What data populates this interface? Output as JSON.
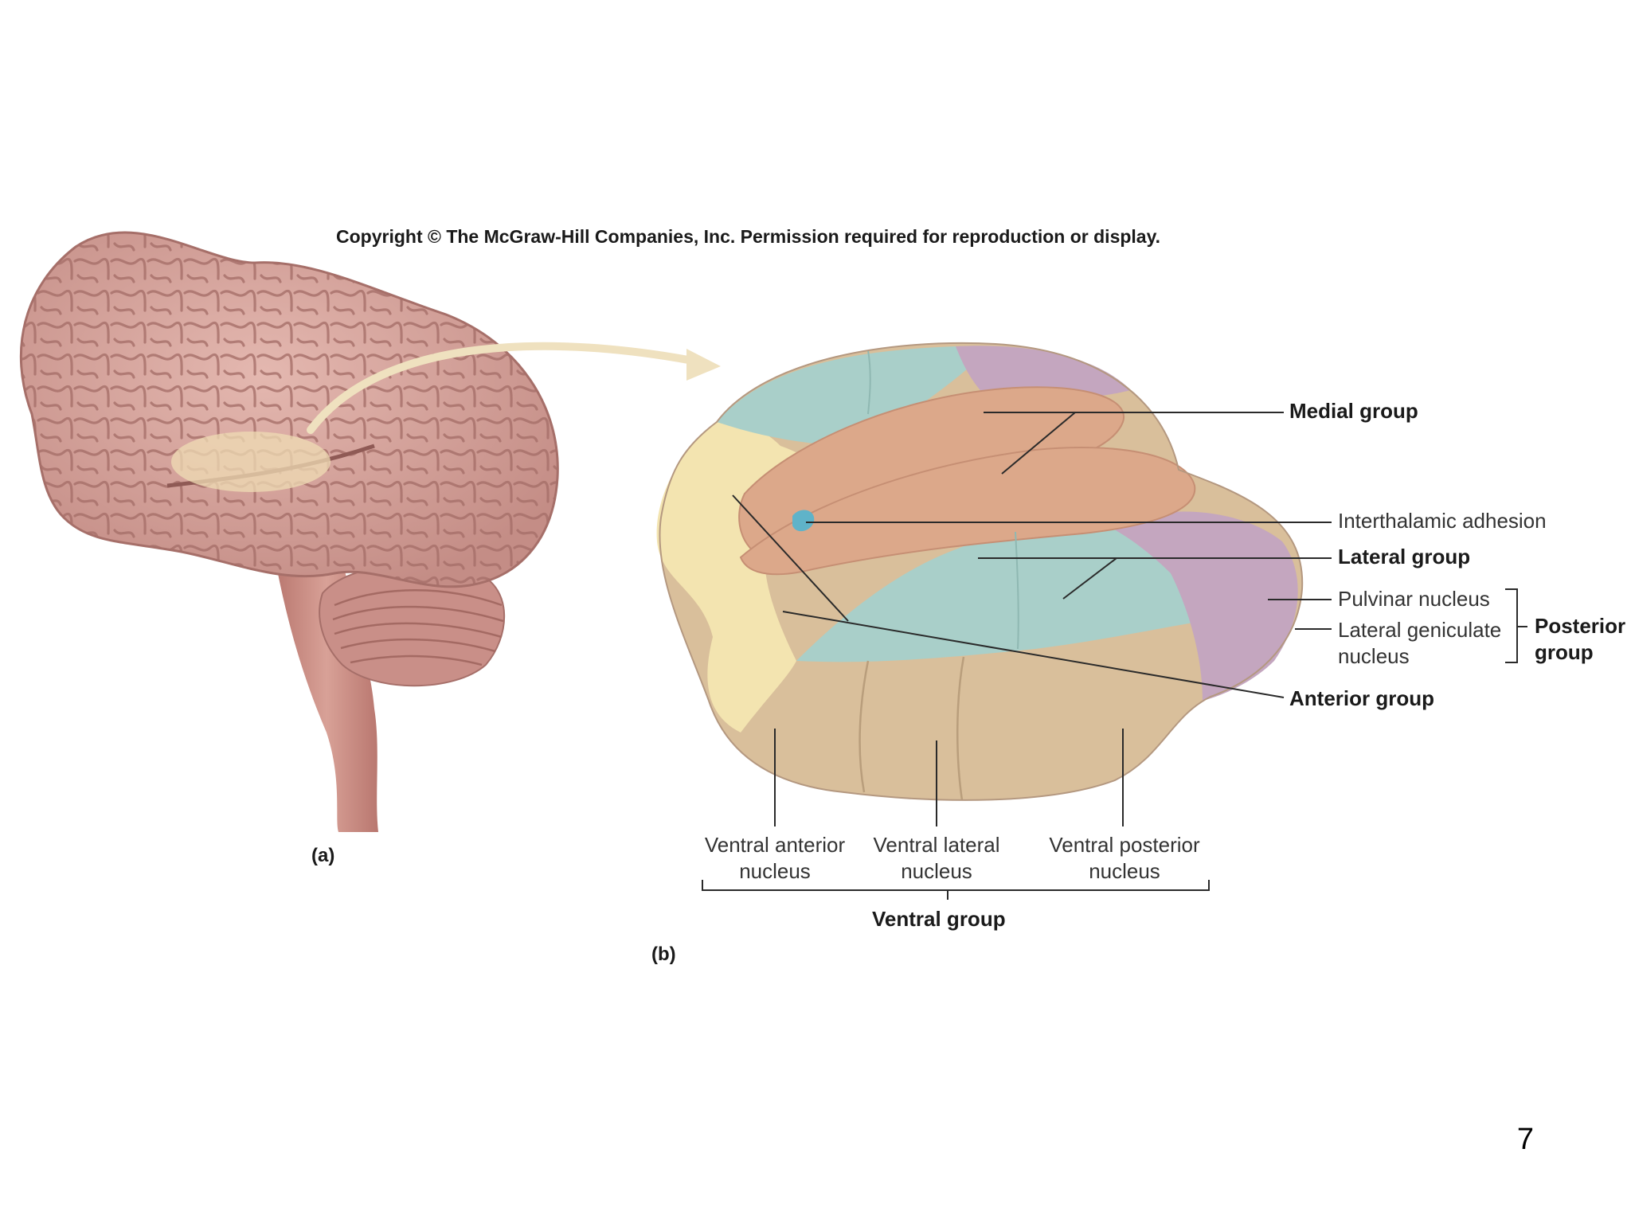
{
  "copyright": "Copyright © The McGraw-Hill Companies, Inc. Permission required for reproduction or display.",
  "panels": {
    "a": "(a)",
    "b": "(b)"
  },
  "labels": {
    "medial_group": "Medial group",
    "interthalamic_adhesion": "Interthalamic adhesion",
    "lateral_group": "Lateral group",
    "pulvinar_nucleus": "Pulvinar nucleus",
    "lateral_geniculate_line1": "Lateral geniculate",
    "lateral_geniculate_line2": "nucleus",
    "posterior_group_line1": "Posterior",
    "posterior_group_line2": "group",
    "anterior_group": "Anterior group",
    "ventral_anterior_line1": "Ventral anterior",
    "ventral_anterior_line2": "nucleus",
    "ventral_lateral_line1": "Ventral lateral",
    "ventral_lateral_line2": "nucleus",
    "ventral_posterior_line1": "Ventral posterior",
    "ventral_posterior_line2": "nucleus",
    "ventral_group": "Ventral group"
  },
  "page_number": "7",
  "colors": {
    "brain": "#d7a69f",
    "brain_dark": "#b07c76",
    "medial": "#dca88a",
    "anterior": "#f3e4b0",
    "lateral": "#a9cfc9",
    "posterior": "#c4a6bf",
    "ventral": "#d9bf9b",
    "adhesion": "#5fb3c9"
  }
}
